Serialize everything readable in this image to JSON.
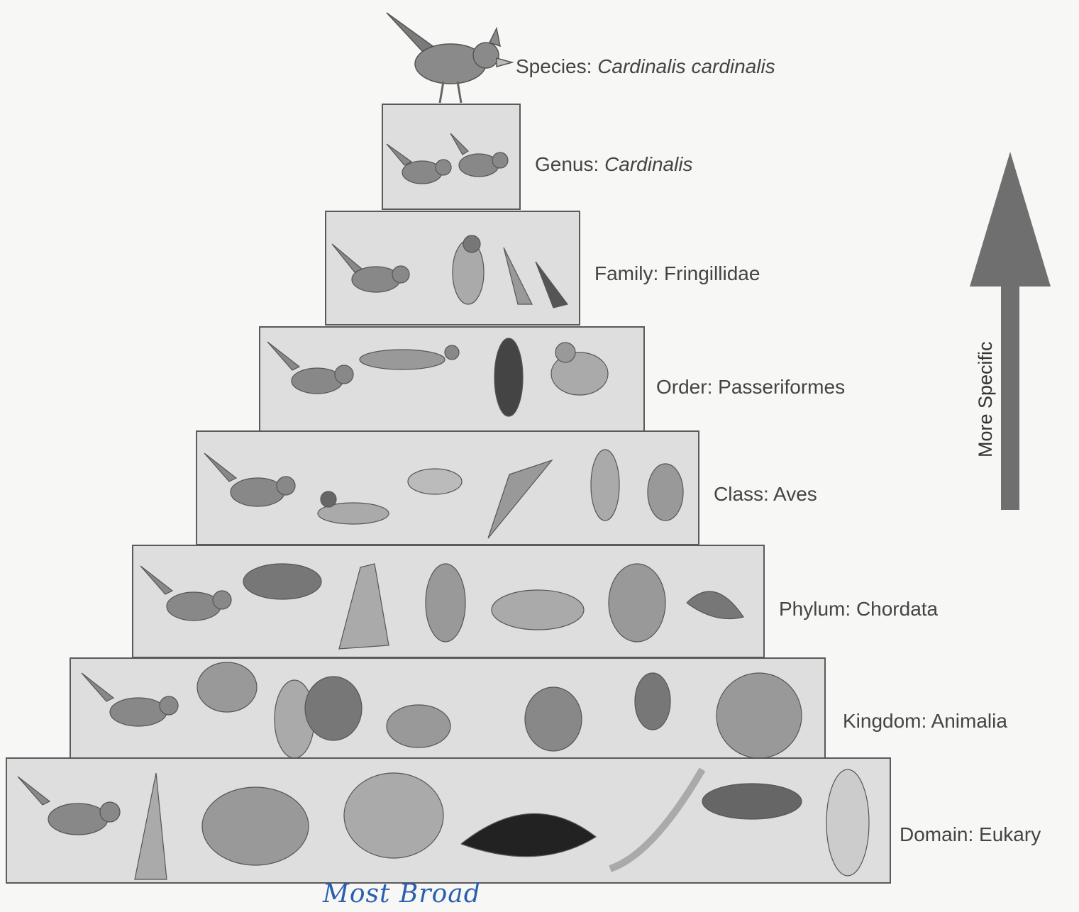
{
  "levels": [
    {
      "rank": "Species:",
      "name": "Cardinalis cardinalis",
      "italic": true
    },
    {
      "rank": "Genus:",
      "name": "Cardinalis",
      "italic": true
    },
    {
      "rank": "Family:",
      "name": "Fringillidae",
      "italic": false
    },
    {
      "rank": "Order:",
      "name": "Passeriformes",
      "italic": false
    },
    {
      "rank": "Class:",
      "name": "Aves",
      "italic": false
    },
    {
      "rank": "Phylum:",
      "name": "Chordata",
      "italic": false
    },
    {
      "rank": "Kingdom:",
      "name": "Animalia",
      "italic": false
    },
    {
      "rank": "Domain:",
      "name": "Eukary",
      "italic": false
    }
  ],
  "arrow_label": "More Specific",
  "handwritten_note": "Most Broad",
  "colors": {
    "tier_fill": "#dedede",
    "tier_border": "#5a5a5a",
    "arrow": "#6f6f6f",
    "note_ink": "#2a5fb0"
  },
  "icons": [
    "cardinal-bird-icon",
    "animal-silhouette-icon",
    "up-arrow-icon"
  ]
}
